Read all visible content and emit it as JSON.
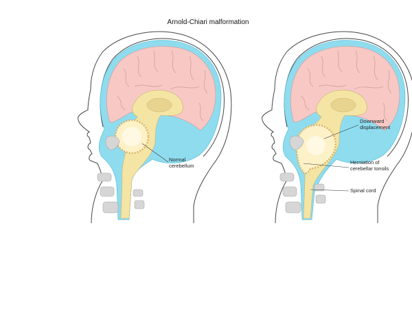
{
  "title": "Arnold-Chiari malformation",
  "labels": {
    "normal_cerebellum": [
      "Normal",
      "cerebellum"
    ],
    "downward_displacement": [
      "Downward",
      "displacement"
    ],
    "herniation": [
      "Herniation of",
      "cerebellar tonsils"
    ],
    "spinal_cord": "Spinal cord"
  },
  "colors": {
    "csf": "#8fdcef",
    "brain": "#f7c8c4",
    "brainstem": "#f4e5a5",
    "cerebellum": "#fdf1c8",
    "bone": "#d6d6d6"
  }
}
